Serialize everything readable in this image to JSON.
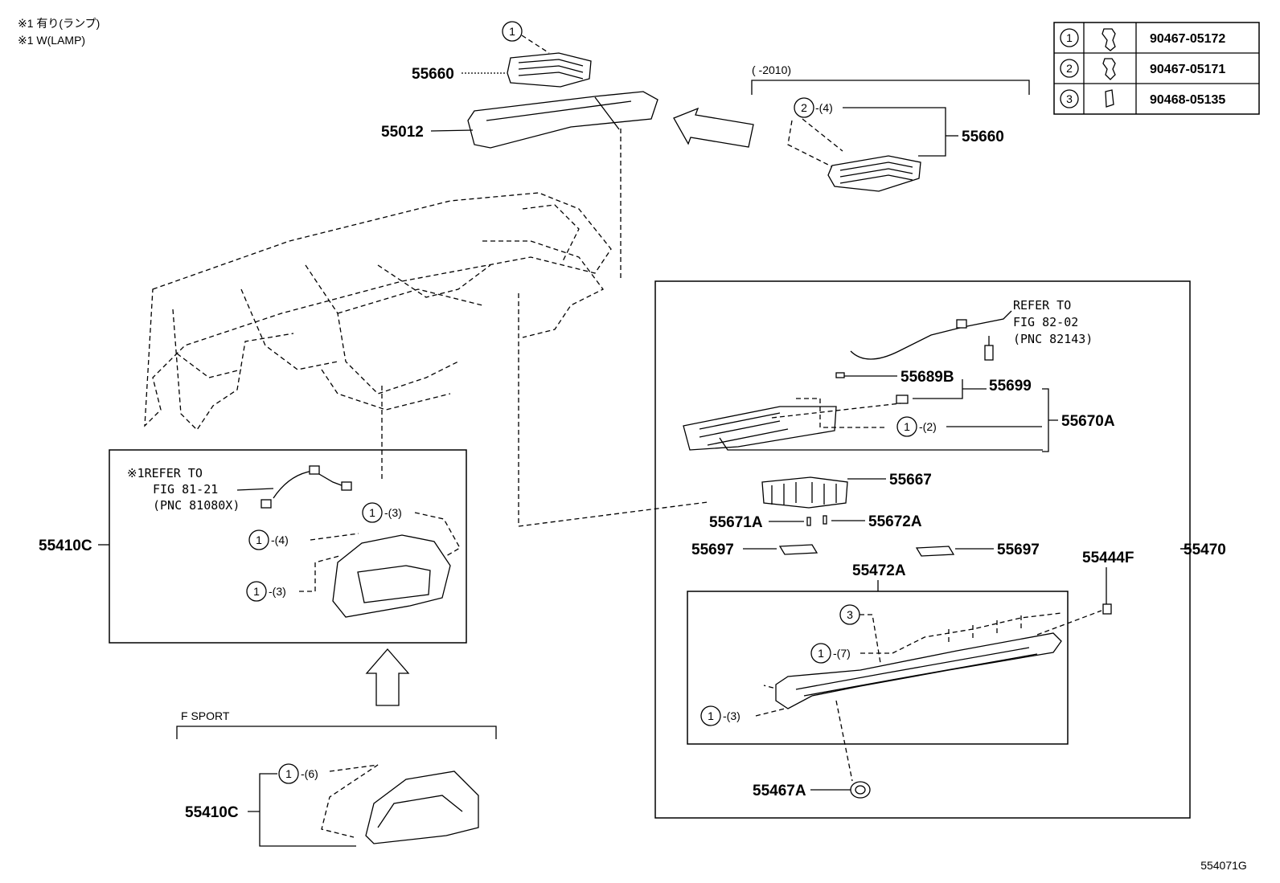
{
  "notes": {
    "note_jp": "※1 有り(ランプ)",
    "note_en": "※1 W(LAMP)"
  },
  "clip_table": [
    {
      "ref": "1",
      "part_no": "90467-05172"
    },
    {
      "ref": "2",
      "part_no": "90467-05171"
    },
    {
      "ref": "3",
      "part_no": "90468-05135"
    }
  ],
  "top": {
    "p55660": "55660",
    "p55012": "55012",
    "callout1": "1",
    "year_range": "(     -2010)",
    "p55660_b": "55660",
    "callout2": "2",
    "qty4": "-(4)"
  },
  "left_box": {
    "refer_line1": "※1REFER TO",
    "refer_line2": "FIG 81-21",
    "refer_line3": "(PNC 81080X)",
    "p55410c": "55410C",
    "c1": "1",
    "q1": "-(3)",
    "c2": "1",
    "q2": "-(4)",
    "c3": "1",
    "q3": "-(3)"
  },
  "f_sport": {
    "label": "F SPORT",
    "p55410c": "55410C",
    "c1": "1",
    "q1": "-(6)"
  },
  "right_box": {
    "refer_line1": "REFER TO",
    "refer_line2": "FIG 82-02",
    "refer_line3": "(PNC 82143)",
    "p55689b": "55689B",
    "p55699": "55699",
    "p55670a": "55670A",
    "c_a": "1",
    "q_a": "-(2)",
    "p55667": "55667",
    "p55671a": "55671A",
    "p55672a": "55672A",
    "p55697_l": "55697",
    "p55697_r": "55697",
    "p55472a": "55472A",
    "p55444f": "55444F",
    "p55470": "55470",
    "c3": "3",
    "c_b": "1",
    "q_b": "-(7)",
    "c_c": "1",
    "q_c": "-(3)",
    "p55467a": "55467A"
  },
  "footer": {
    "figure_code": "554071G"
  }
}
